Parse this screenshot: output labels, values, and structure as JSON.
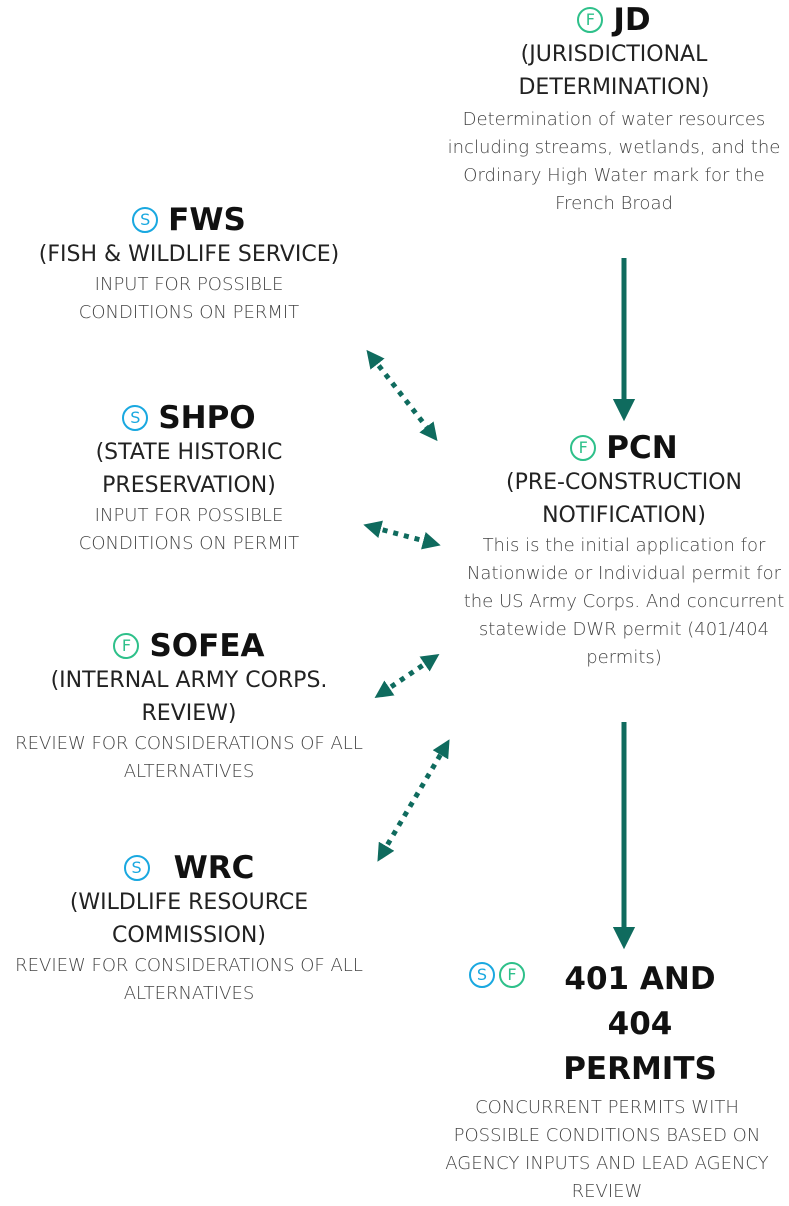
{
  "colors": {
    "s_badge": "#19a8e0",
    "f_badge": "#2ec08a",
    "arrow": "#0f6b5e"
  },
  "badges": {
    "s": "S",
    "f": "F"
  },
  "nodes": {
    "jd": {
      "title": "JD",
      "subtitle": "(JURISDICTIONAL DETERMINATION)",
      "description": "Determination of water resources including streams, wetlands, and the Ordinary High Water mark for the French Broad"
    },
    "fws": {
      "title": "FWS",
      "subtitle": "(FISH & WILDLIFE SERVICE)",
      "description": "INPUT FOR POSSIBLE CONDITIONS ON PERMIT"
    },
    "shpo": {
      "title": "SHPO",
      "subtitle": "(STATE HISTORIC PRESERVATION)",
      "description": "INPUT FOR POSSIBLE CONDITIONS ON PERMIT"
    },
    "pcn": {
      "title": "PCN",
      "subtitle": "(PRE-CONSTRUCTION NOTIFICATION)",
      "description": "This is the initial application for Nationwide or Individual permit for the US Army Corps. And concurrent statewide DWR permit (401/404 permits)"
    },
    "sofea": {
      "title": "SOFEA",
      "subtitle": "(INTERNAL ARMY CORPS. REVIEW)",
      "description": "REVIEW FOR CONSIDERATIONS OF ALL ALTERNATIVES"
    },
    "wrc": {
      "title": "WRC",
      "subtitle": "(WILDLIFE RESOURCE COMMISSION)",
      "description": "REVIEW FOR CONSIDERATIONS OF ALL ALTERNATIVES"
    },
    "permits": {
      "title": "401 AND 404 PERMITS",
      "description": "CONCURRENT PERMITS WITH POSSIBLE CONDITIONS BASED ON AGENCY INPUTS AND LEAD AGENCY REVIEW"
    }
  }
}
